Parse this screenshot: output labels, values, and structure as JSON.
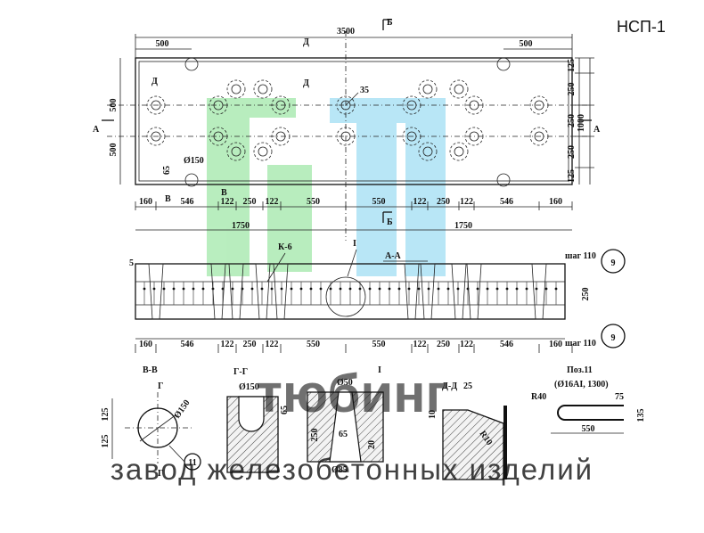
{
  "title": "НСП-1",
  "plan": {
    "total_length": "3500",
    "end_offset_left": "500",
    "end_offset_right": "500",
    "width_total": "1000",
    "side_dims_left": [
      "500",
      "500"
    ],
    "hole_dia": "Ø150",
    "hole_small": "65",
    "hole_label": "35",
    "right_dims": [
      "125",
      "250",
      "250",
      "250",
      "125"
    ],
    "bottom_dims": [
      "160",
      "546",
      "122",
      "250",
      "122",
      "550",
      "550",
      "122",
      "250",
      "122",
      "546",
      "160"
    ],
    "half_dims": [
      "1750",
      "1750"
    ],
    "sections": {
      "A": "А",
      "B": "Б",
      "V": "В",
      "D": "Д"
    }
  },
  "elevation": {
    "label_k6": "К-6",
    "label_I": "I",
    "label_AA": "А-А",
    "step_top": "шаг 110",
    "step_bottom": "шаг 110",
    "height": "250",
    "marker": "9",
    "top_small": "5",
    "bottom_dims": [
      "160",
      "546",
      "122",
      "250",
      "122",
      "550",
      "550",
      "122",
      "250",
      "122",
      "546",
      "160"
    ]
  },
  "details": {
    "vv": {
      "title": "В-В",
      "g": "Г",
      "dims": [
        "125",
        "125"
      ],
      "dia": "Ø150",
      "marker": "11"
    },
    "gg": {
      "title": "Г-Г",
      "dia": "Ø150",
      "dim": "65"
    },
    "i": {
      "title": "I",
      "top": "Ø50",
      "side": "250",
      "mid": "65",
      "bottom": "Ø85",
      "small": "20"
    },
    "dd": {
      "title": "Д-Д",
      "w": "25",
      "h": "10",
      "r": "R10"
    },
    "poz": {
      "title": "Поз.11",
      "spec": "(Ø16AI, 1300)",
      "r": "R40",
      "len": "550",
      "a": "75",
      "b": "135"
    }
  },
  "watermark": {
    "brand": "тюбинг",
    "subtitle": "завод железобетонных изделий"
  },
  "colors": {
    "green": "#7fe08a",
    "blue": "#7fd3f0",
    "ink": "#111111",
    "watermark": "#c8c8c8"
  }
}
